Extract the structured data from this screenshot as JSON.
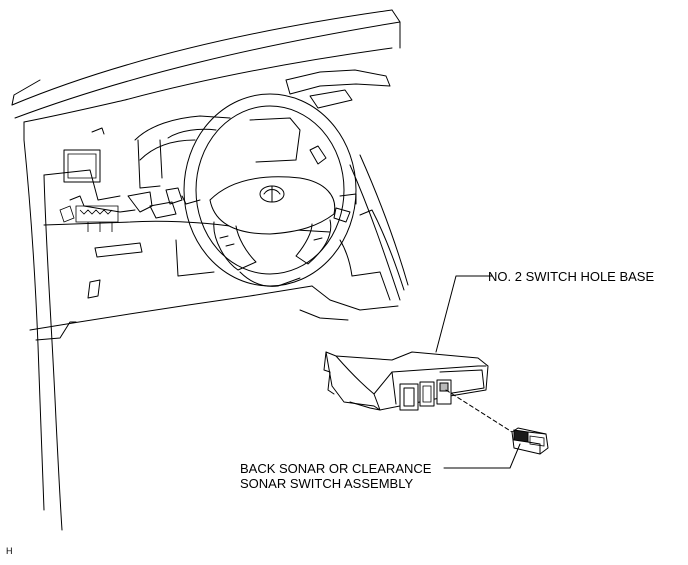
{
  "labels": {
    "switch_hole_base": "NO. 2 SWITCH HOLE BASE",
    "sonar_switch_line1": "BACK SONAR OR CLEARANCE",
    "sonar_switch_line2": "SONAR SWITCH ASSEMBLY",
    "corner_code": "H"
  }
}
